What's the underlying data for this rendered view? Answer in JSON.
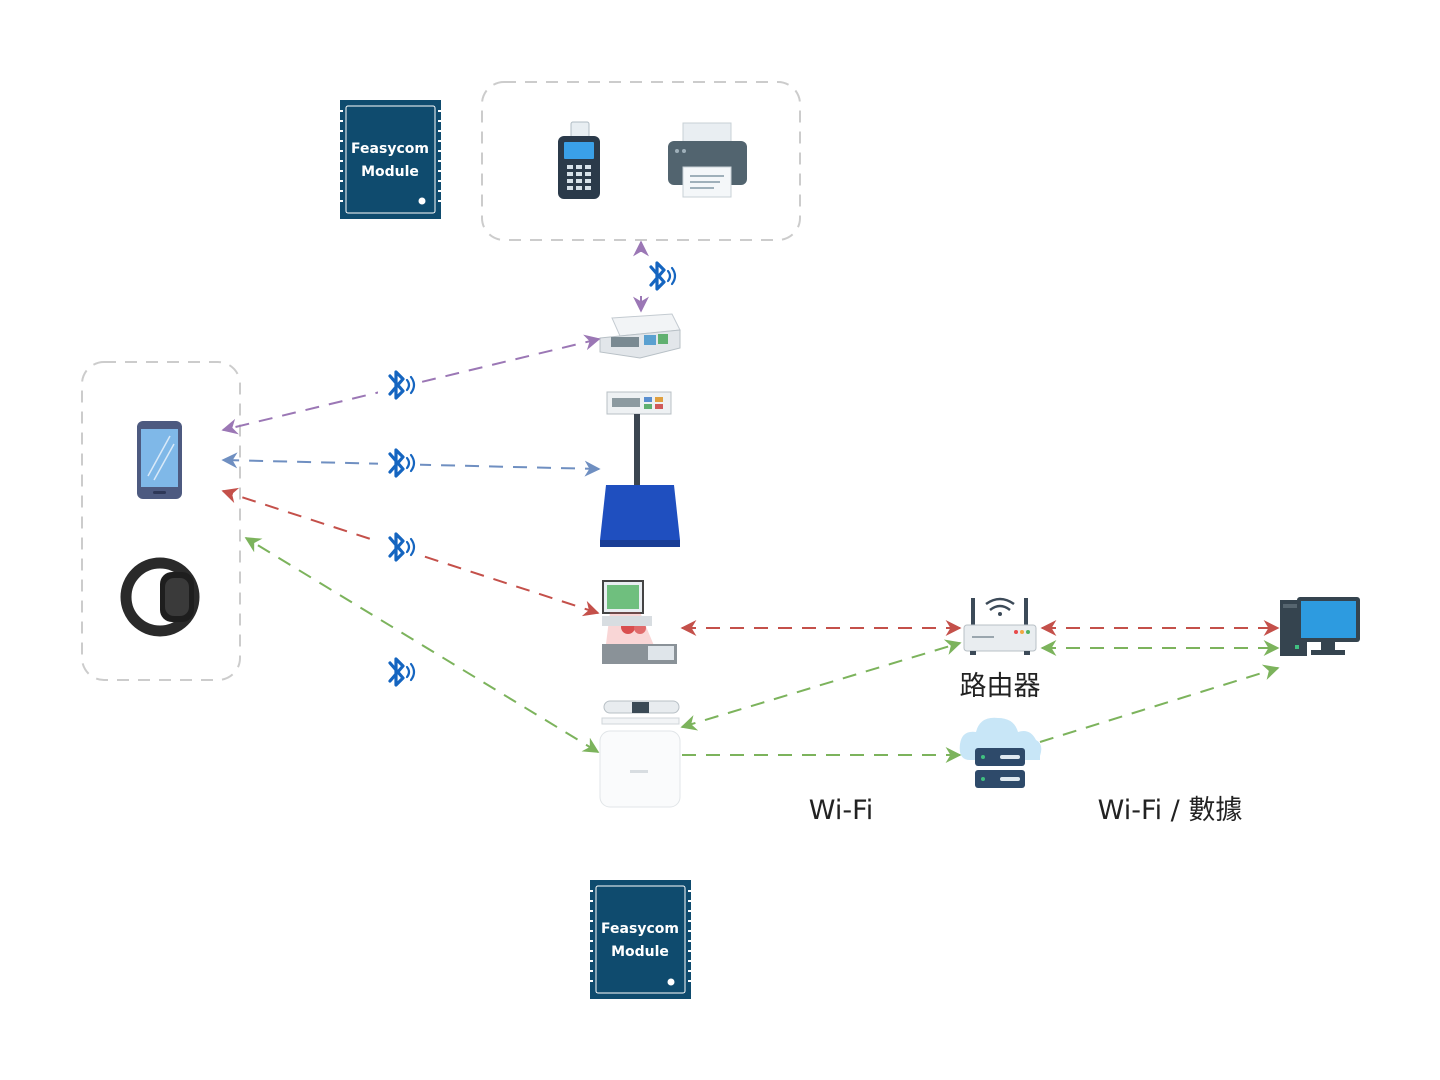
{
  "modules": {
    "top": {
      "line1": "Feasycom",
      "line2": "Module"
    },
    "bottom": {
      "line1": "Feasycom",
      "line2": "Module"
    }
  },
  "labels": {
    "router": "路由器",
    "wifi": "Wi-Fi",
    "wifi_data": "Wi-Fi / 數據"
  },
  "colors": {
    "purple_link": "#9b77b5",
    "blue_link": "#6f8fc1",
    "red_link": "#c4504a",
    "green_link": "#7cb35c",
    "module_bg": "#0f4b6e",
    "bluetooth": "#1565c0",
    "group_border": "#cccccc"
  },
  "icons": {
    "group_top": [
      "pos-terminal-icon",
      "printer-icon"
    ],
    "group_left": [
      "smartphone-icon",
      "smartwatch-icon"
    ],
    "devices": [
      "desk-scale-icon",
      "platform-scale-icon",
      "label-printing-scale-icon",
      "body-weight-scale-icon"
    ],
    "network": [
      "router-icon",
      "cloud-server-icon",
      "desktop-computer-icon"
    ],
    "links": [
      "bluetooth-icon"
    ]
  }
}
